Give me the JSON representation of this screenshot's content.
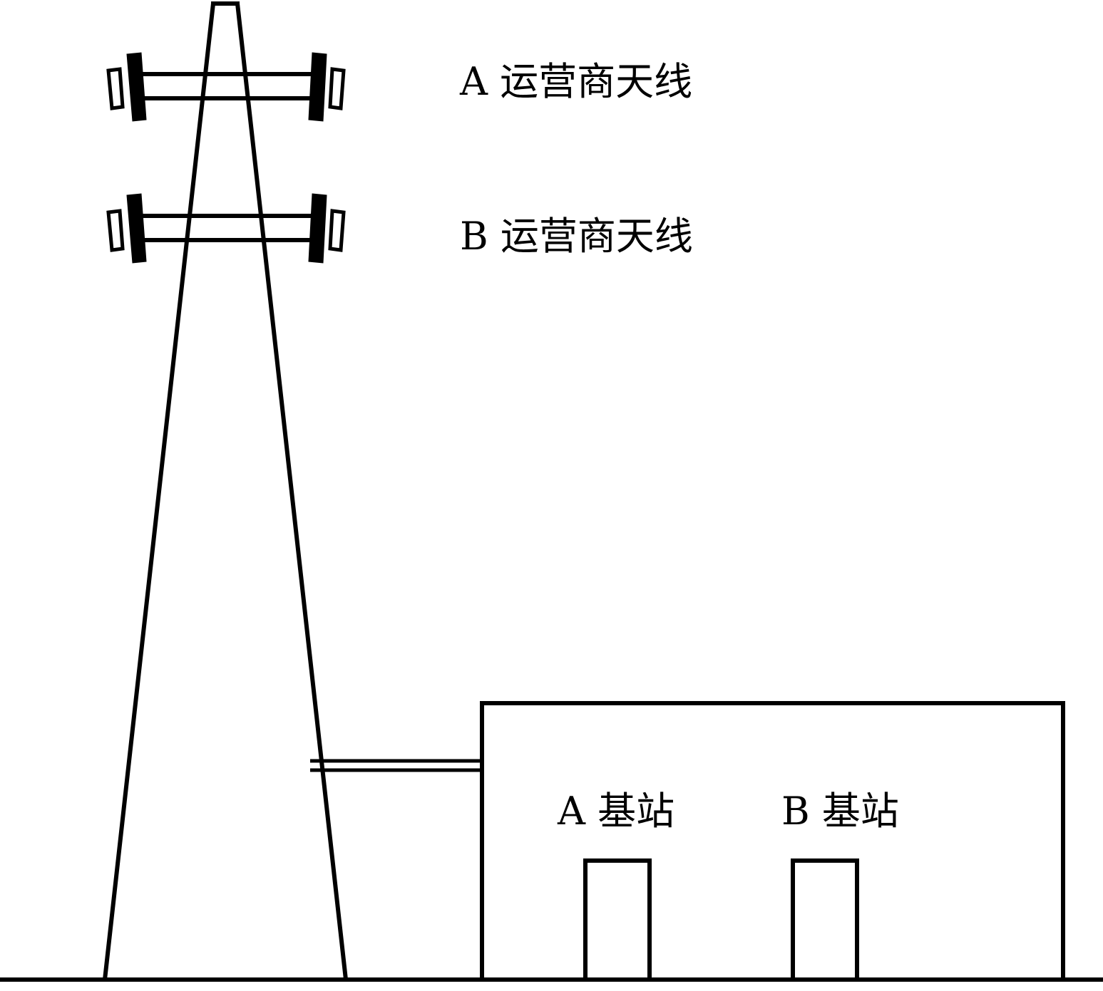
{
  "labels": {
    "antenna_a": "A 运营商天线",
    "antenna_b": "B 运营商天线",
    "station_a": "A 基站",
    "station_b": "B 基站"
  },
  "colors": {
    "line": "#000000",
    "background": "#ffffff"
  }
}
